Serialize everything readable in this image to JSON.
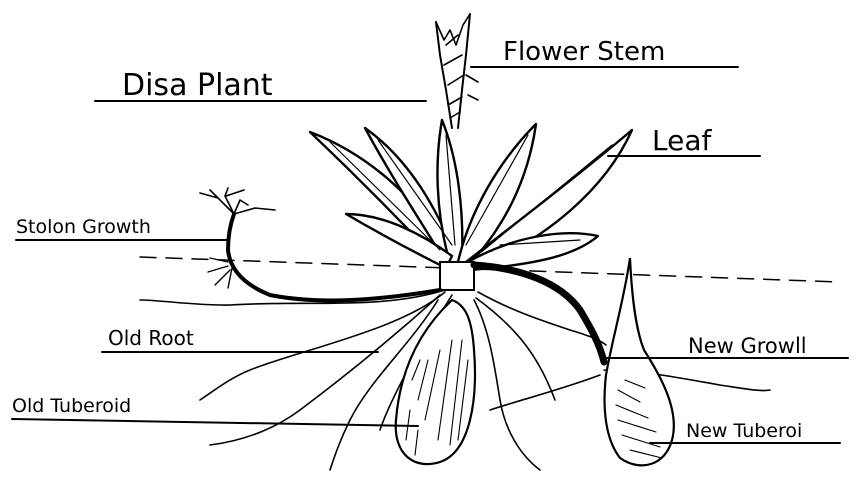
{
  "diagram": {
    "title": "Disa Plant",
    "labels": {
      "flower_stem": "Flower Stem",
      "leaf": "Leaf",
      "stolon_growth": "Stolon Growth",
      "old_root": "Old Root",
      "new_growth": "New Growll",
      "old_tuberoid": "Old Tuberoid",
      "new_tuberoid": "New Tuberoi"
    }
  }
}
